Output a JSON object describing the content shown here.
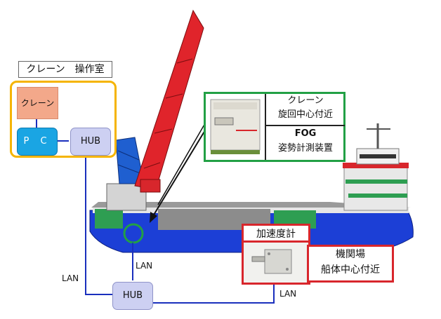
{
  "operator_room": {
    "title": "クレーン　操作室",
    "crane_label": "クレーン",
    "pc_label": "P C",
    "hub_label": "HUB"
  },
  "fog": {
    "line1": "クレーン",
    "line2": "旋回中心付近",
    "line3": "FOG",
    "line4": "姿勢計測装置"
  },
  "accelerometer": {
    "title": "加速度計",
    "location_line1": "機関場",
    "location_line2": "船体中心付近"
  },
  "network": {
    "hub_label": "HUB",
    "lan_left": "LAN",
    "lan_mid": "LAN",
    "lan_right": "LAN"
  },
  "colors": {
    "hull_blue": "#1c3fd6",
    "deck_green": "#2e9e52",
    "crane_red": "#e0242b",
    "operator_frame": "#f5b400",
    "fog_frame": "#22a045",
    "acc_frame": "#d8262c",
    "lan_line": "#1a2fbd"
  }
}
